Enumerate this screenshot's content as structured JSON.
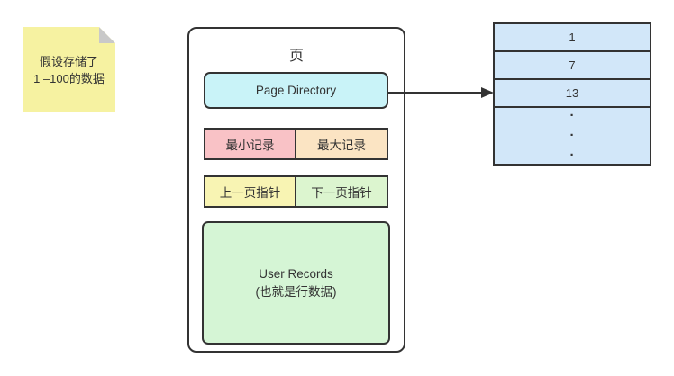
{
  "sticky_note": {
    "line1": "假设存储了",
    "line2": "1 –100的数据"
  },
  "page_box": {
    "title": "页",
    "page_directory_label": "Page Directory",
    "min_record_label": "最小记录",
    "max_record_label": "最大记录",
    "prev_page_pointer_label": "上一页指针",
    "next_page_pointer_label": "下一页指针",
    "user_records_label": "User Records",
    "user_records_sublabel": "(也就是行数据)"
  },
  "directory_table": {
    "rows": [
      "1",
      "7",
      "13"
    ],
    "dots": [
      "·",
      "·",
      "·"
    ]
  },
  "colors": {
    "border": "#333333",
    "text": "#333333",
    "note_bg": "#f6f2a1",
    "note_fold": "#c9c9c9",
    "page_directory_bg": "#c9f3f8",
    "min_record_bg": "#f9c2c6",
    "max_record_bg": "#fbe4c3",
    "prev_pointer_bg": "#f8f4b3",
    "next_pointer_bg": "#dcf5cf",
    "user_records_bg": "#d5f5d5",
    "table_row_bg": "#d2e7f9"
  }
}
